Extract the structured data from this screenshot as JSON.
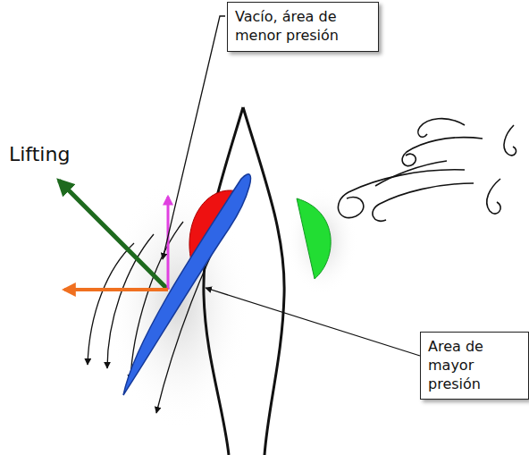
{
  "diagram": {
    "nodes": [
      {
        "text": [
          "Vacío, área de menor presión"
        ]
      },
      {
        "text": [
          "Area de mayor presión"
        ]
      }
    ],
    "labels": [
      "Lifting"
    ]
  }
}
